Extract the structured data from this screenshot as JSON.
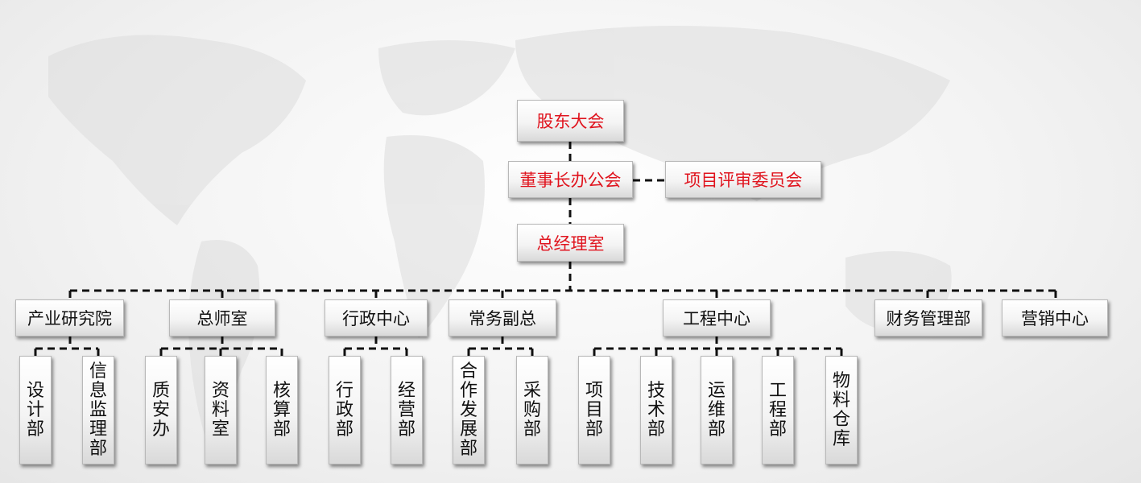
{
  "top": {
    "shareholders": "股东大会",
    "board": "董事长办公会",
    "review_committee": "项目评审委员会",
    "gm_office": "总经理室"
  },
  "departments": [
    "产业研究院",
    "总师室",
    "行政中心",
    "常务副总",
    "工程中心",
    "财务管理部",
    "营销中心"
  ],
  "subunits": [
    "设计部",
    "信息监理部",
    "质安办",
    "资料室",
    "核算部",
    "行政部",
    "经营部",
    "合作发展部",
    "采购部",
    "项目部",
    "技术部",
    "运维部",
    "工程部",
    "物料仓库"
  ],
  "colors": {
    "top_text": "#e0141e",
    "text": "#111111",
    "connector": "#111111"
  }
}
